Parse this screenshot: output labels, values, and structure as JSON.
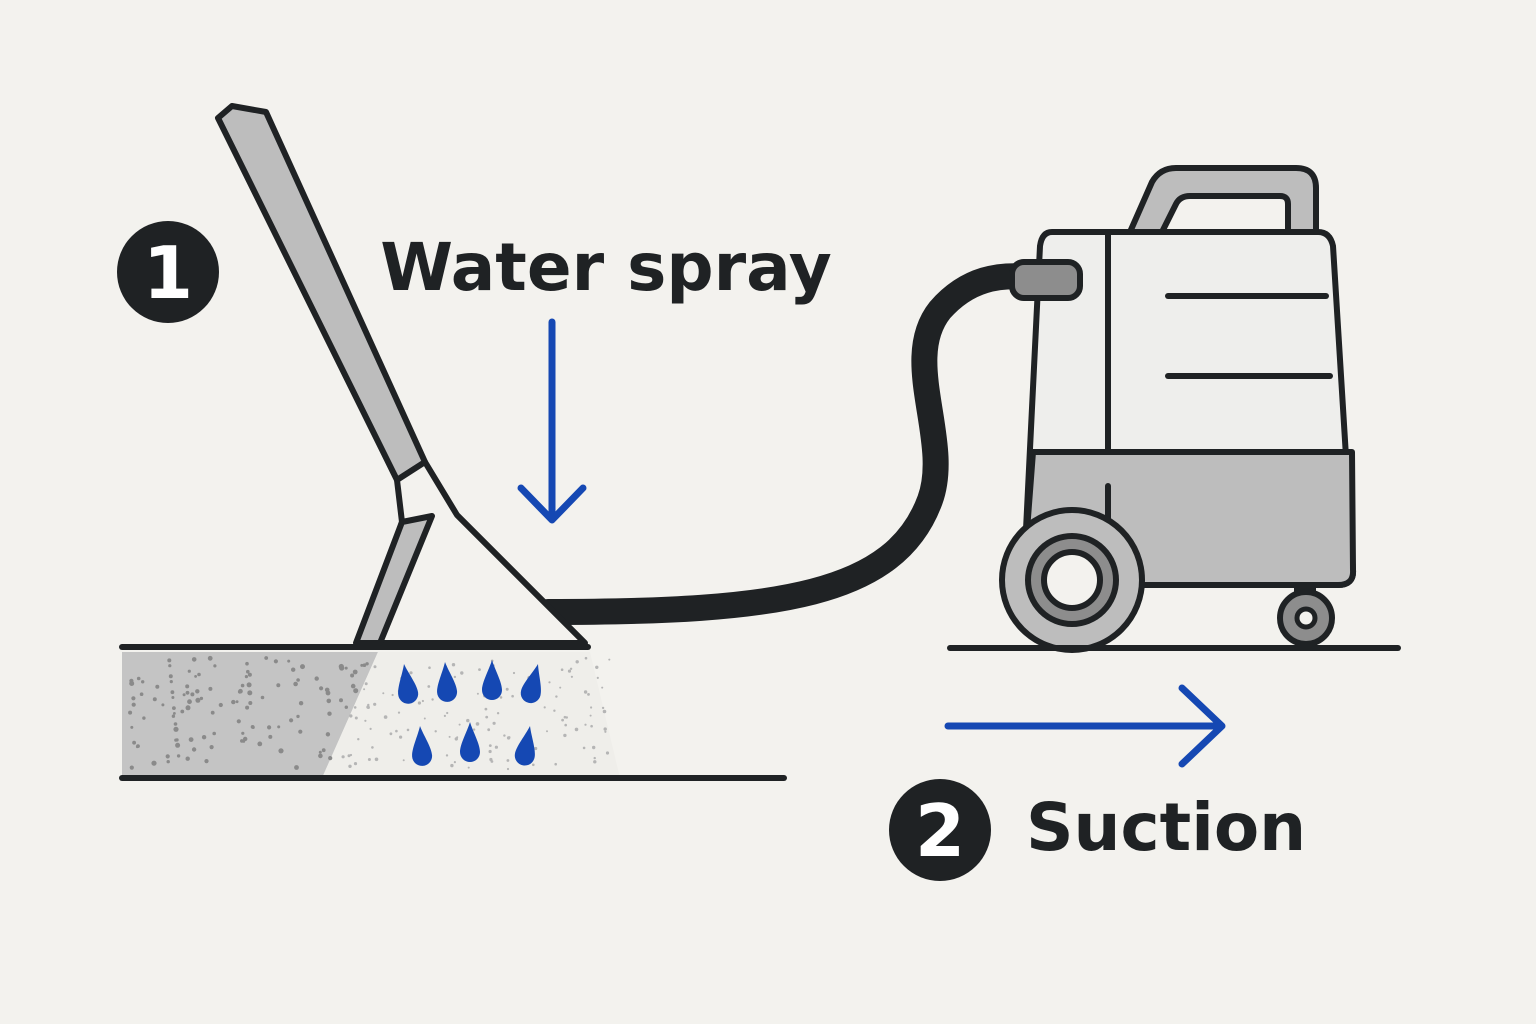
{
  "colors": {
    "background": "#f3f2ee",
    "ink": "#1f2224",
    "metal": "#bdbdbd",
    "metal_dark": "#8d8d8d",
    "body_light": "#eeeeec",
    "accent_blue": "#1548b3",
    "carpet": "#c4c4c4"
  },
  "steps": [
    {
      "number": "1",
      "label": "Water spray"
    },
    {
      "number": "2",
      "label": "Suction"
    }
  ],
  "icons": {
    "spray_arrow": "arrow-down-icon",
    "suction_arrow": "arrow-right-icon",
    "droplets": "water-droplet-icon",
    "wand": "cleaning-wand-icon",
    "machine": "extractor-machine-icon"
  }
}
